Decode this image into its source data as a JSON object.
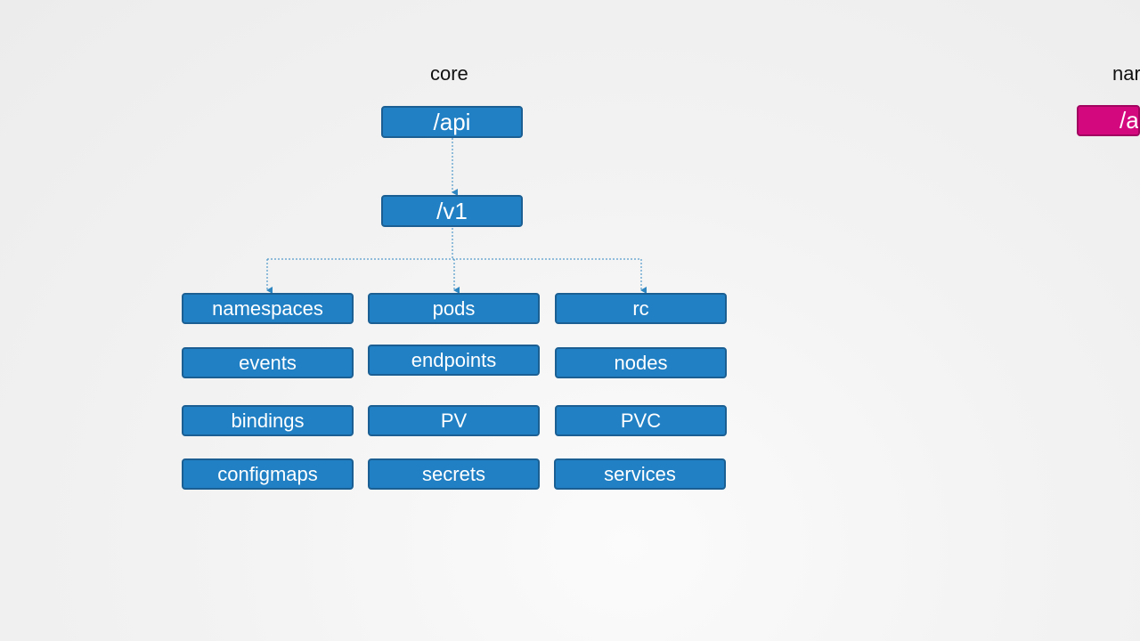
{
  "core_group": {
    "label": "core",
    "api": "/api",
    "version": "/v1",
    "resources": [
      "namespaces",
      "pods",
      "rc",
      "events",
      "endpoints",
      "nodes",
      "bindings",
      "PV",
      "PVC",
      "configmaps",
      "secrets",
      "services"
    ]
  },
  "named_group_cut": {
    "label": "nar",
    "api": "/a"
  },
  "colors": {
    "box_fill": "#2180c4",
    "box_border": "#1b5f93",
    "named_box_fill": "#d4087e",
    "connector": "#2e86c1"
  }
}
